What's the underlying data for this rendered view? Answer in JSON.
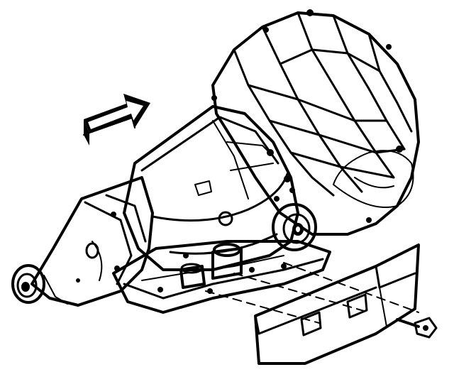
{
  "figure": {
    "background": "#ffffff",
    "ink": "#000000"
  },
  "components": [
    {
      "id": "direction-arrow",
      "icon": "arrow-right-icon"
    },
    {
      "id": "transmission",
      "icon": "transmission-icon"
    },
    {
      "id": "bell-housing",
      "icon": "bell-housing-icon"
    },
    {
      "id": "tail-housing",
      "icon": "output-shaft-icon"
    },
    {
      "id": "oil-pan",
      "icon": "oil-pan-icon"
    },
    {
      "id": "mount-pad",
      "icon": "mount-icon"
    },
    {
      "id": "bracket",
      "icon": "bracket-icon"
    },
    {
      "id": "bolt",
      "icon": "bolt-icon"
    }
  ]
}
